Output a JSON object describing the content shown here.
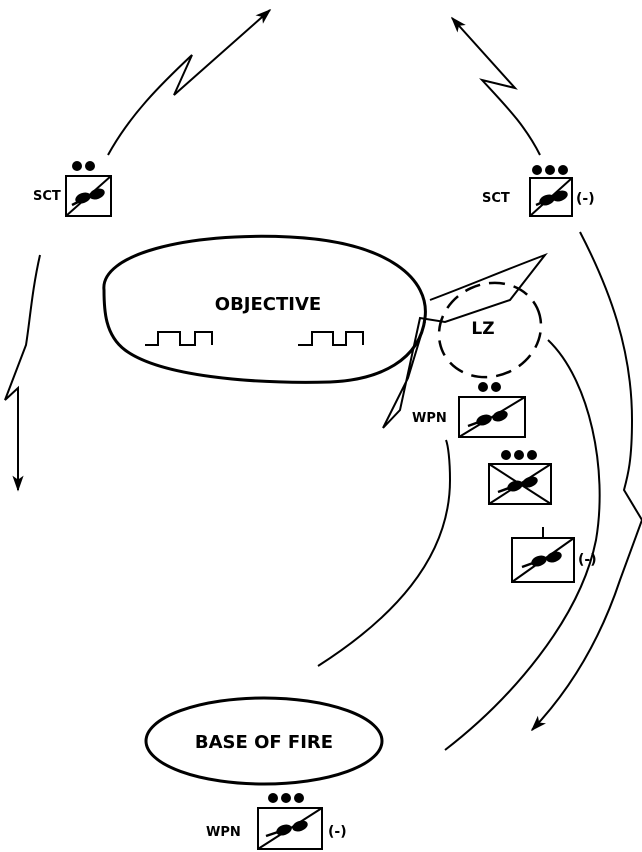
{
  "areas": {
    "objective": "OBJECTIVE",
    "landing_zone": "LZ",
    "base_of_fire": "BASE OF FIRE"
  },
  "units": {
    "scout_left": {
      "label": "SCT",
      "size_dots": 2,
      "suffix": ""
    },
    "scout_right": {
      "label": "SCT",
      "size_dots": 3,
      "suffix": "(-)"
    },
    "weapons_lz": {
      "label": "WPN",
      "size_dots": 2,
      "suffix": ""
    },
    "company": {
      "label": "",
      "size_dots": 3,
      "suffix": ""
    },
    "platoon": {
      "label": "",
      "size_dots": 0,
      "suffix": "(-)"
    },
    "weapons_base": {
      "label": "WPN",
      "size_dots": 3,
      "suffix": "(-)"
    }
  },
  "colors": {
    "ink": "#000000",
    "background": "#ffffff"
  }
}
